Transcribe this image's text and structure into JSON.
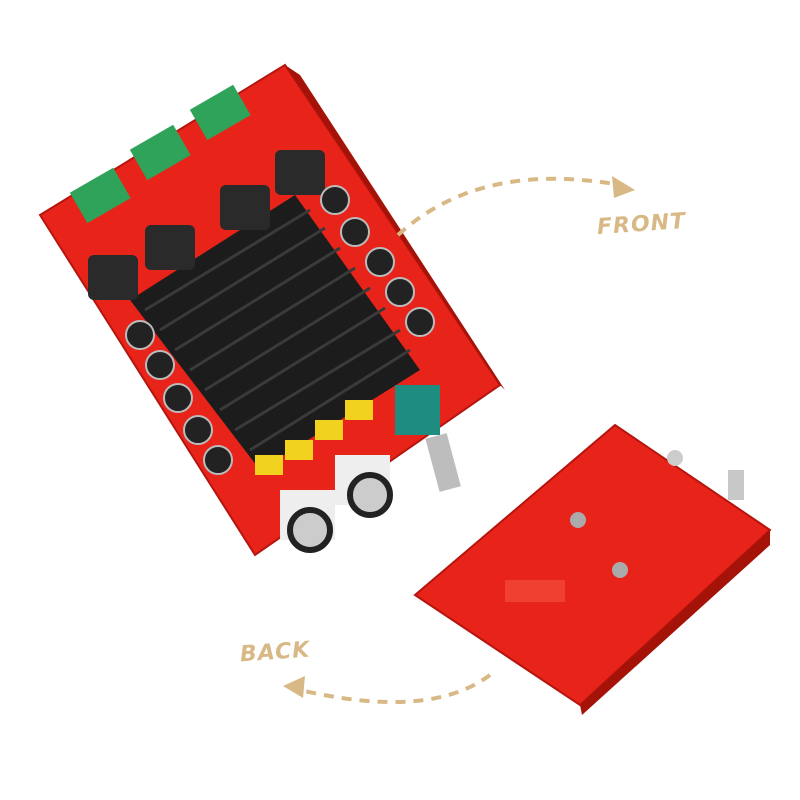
{
  "labels": {
    "front": "FRONT",
    "back": "BACK"
  },
  "colors": {
    "label": "#d8b985",
    "board": "#e8241a",
    "heatsink": "#1c1c1c",
    "arrow": "#d8b985"
  },
  "product": {
    "view_front": "amplifier-board-front",
    "view_back": "amplifier-board-back"
  }
}
